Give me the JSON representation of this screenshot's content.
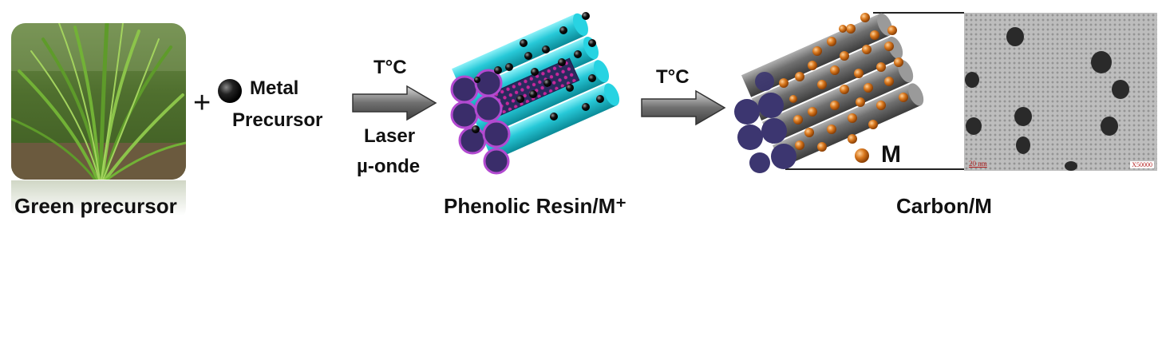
{
  "labels": {
    "green_precursor": "Green precursor",
    "plus": "+",
    "metal_line1": "Metal",
    "metal_line2": "Precursor",
    "arrow1_top": "T°C",
    "arrow1_bottom_line1": "Laser",
    "arrow1_bottom_line2": "µ-onde",
    "phenolic_resin": "Phenolic Resin/M⁺",
    "arrow2_top": "T°C",
    "metal_legend": "M",
    "carbon": "Carbon/M"
  },
  "tem_image": {
    "scale_text": "20 nm",
    "magnification_text": "X50000"
  },
  "colors": {
    "resin_rod": "#22c7d6",
    "carbon_rod": "#6c6c6c",
    "rod_end": "#3a3470",
    "metal_particle": "#c86a1c",
    "precursor_particle": "#111111",
    "arrow": "#7a7a7a"
  }
}
